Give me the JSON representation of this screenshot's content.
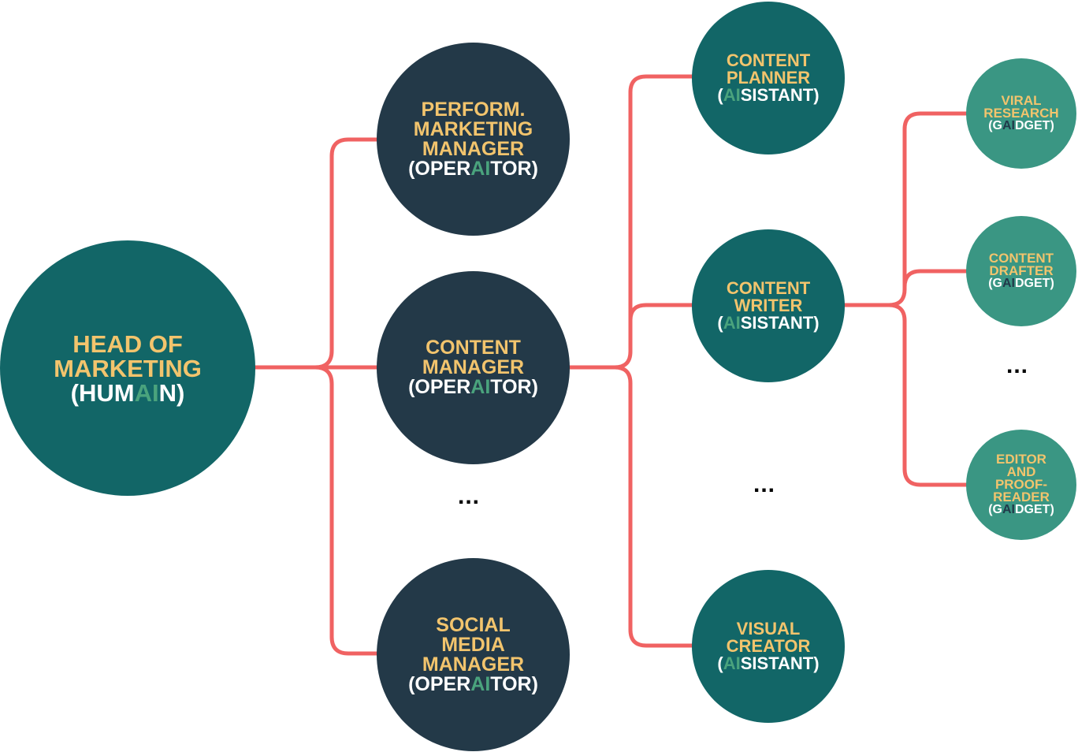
{
  "colors": {
    "connector": "#f06262",
    "human_node": "#126667",
    "operator_node": "#233948",
    "assistant_node": "#126667",
    "gadget_node": "#3a9683",
    "title_text": "#f2c46d",
    "role_text": "#ffffff",
    "ai_highlight": "#4aa37d",
    "ai_highlight_gadget": "#21394a"
  },
  "head": {
    "title_lines": [
      "HEAD OF",
      "MARKETING"
    ],
    "role": {
      "pre": "(HUM",
      "ai": "AI",
      "post": "N)"
    }
  },
  "operators": [
    {
      "title_lines": [
        "PERFORM.",
        "MARKETING",
        "MANAGER"
      ],
      "role": {
        "pre": "(OPER",
        "ai": "AI",
        "post": "TOR)"
      }
    },
    {
      "title_lines": [
        "CONTENT",
        "MANAGER"
      ],
      "role": {
        "pre": "(OPER",
        "ai": "AI",
        "post": "TOR)"
      }
    },
    {
      "title_lines": [
        "SOCIAL",
        "MEDIA",
        "MANAGER"
      ],
      "role": {
        "pre": "(OPER",
        "ai": "AI",
        "post": "TOR)"
      }
    }
  ],
  "assistants": [
    {
      "title_lines": [
        "CONTENT",
        "PLANNER"
      ],
      "role": {
        "pre": "(",
        "ai": "AI",
        "post": "SISTANT)"
      }
    },
    {
      "title_lines": [
        "CONTENT",
        "WRITER"
      ],
      "role": {
        "pre": "(",
        "ai": "AI",
        "post": "SISTANT)"
      }
    },
    {
      "title_lines": [
        "VISUAL",
        "CREATOR"
      ],
      "role": {
        "pre": "(",
        "ai": "AI",
        "post": "SISTANT)"
      }
    }
  ],
  "gadgets": [
    {
      "title_lines": [
        "VIRAL",
        "RESEARCH"
      ],
      "role": {
        "pre": "(G",
        "ai": "AI",
        "post": "DGET)"
      }
    },
    {
      "title_lines": [
        "CONTENT",
        "DRAFTER"
      ],
      "role": {
        "pre": "(G",
        "ai": "AI",
        "post": "DGET)"
      }
    },
    {
      "title_lines": [
        "EDITOR",
        "AND",
        "PROOF-",
        "READER"
      ],
      "role": {
        "pre": "(G",
        "ai": "AI",
        "post": "DGET)"
      }
    }
  ],
  "ellipsis": "..."
}
